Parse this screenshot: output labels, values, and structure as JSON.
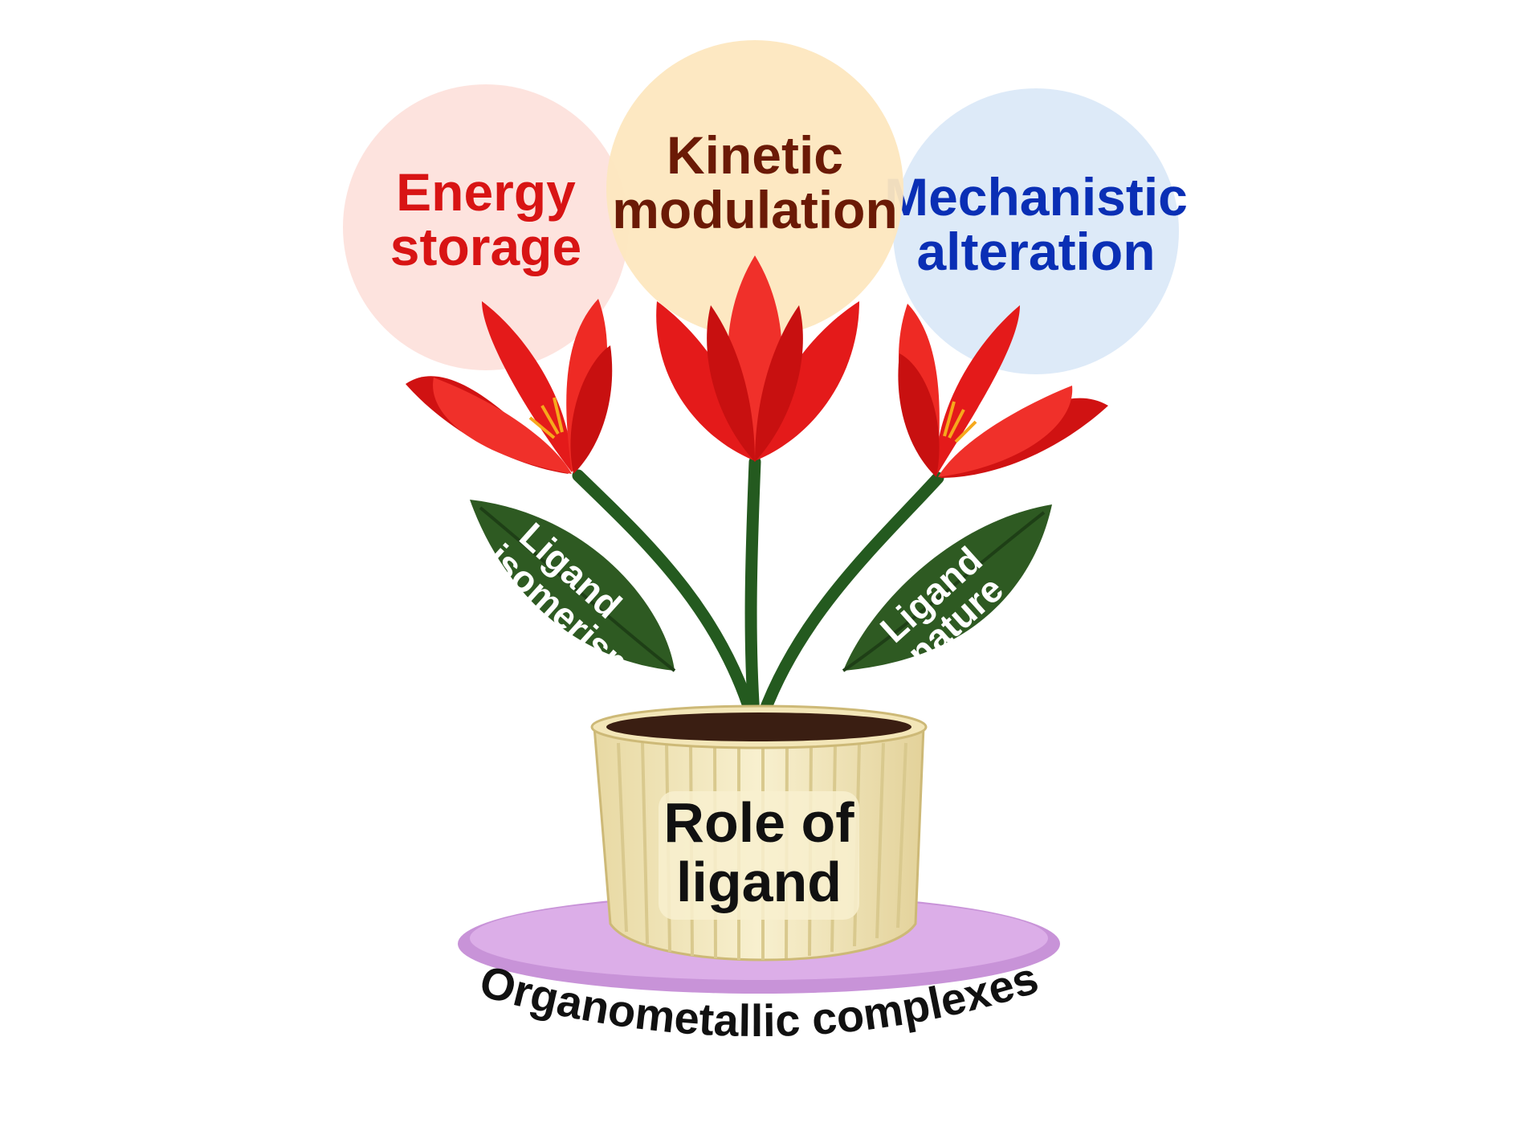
{
  "bubbles": {
    "energy": {
      "line1": "Energy",
      "line2": "storage",
      "text_color": "#d81414",
      "fill": "#fde2dc"
    },
    "kinetic": {
      "line1": "Kinetic",
      "line2": "modulation",
      "text_color": "#6b1a06",
      "fill": "#fde7bf"
    },
    "mechanistic": {
      "line1": "Mechanistic",
      "line2": "alteration",
      "text_color": "#0a2fb5",
      "fill": "#dbe9f8"
    }
  },
  "leaves": {
    "left": {
      "line1": "Ligand",
      "line2": "isomerism",
      "fill": "#2e5a22"
    },
    "right": {
      "line1": "Ligand",
      "line2": "nature",
      "fill": "#2e5a22"
    }
  },
  "pot": {
    "line1": "Role of",
    "line2": "ligand",
    "fill": "#f6ecc4",
    "stripe_color": "#d9c98e",
    "soil_color": "#3a1e12"
  },
  "base": {
    "label": "Organometallic complexes",
    "fill": "#d9a8e4"
  },
  "flower_color": "#e41a1a",
  "stem_color": "#245a1f"
}
